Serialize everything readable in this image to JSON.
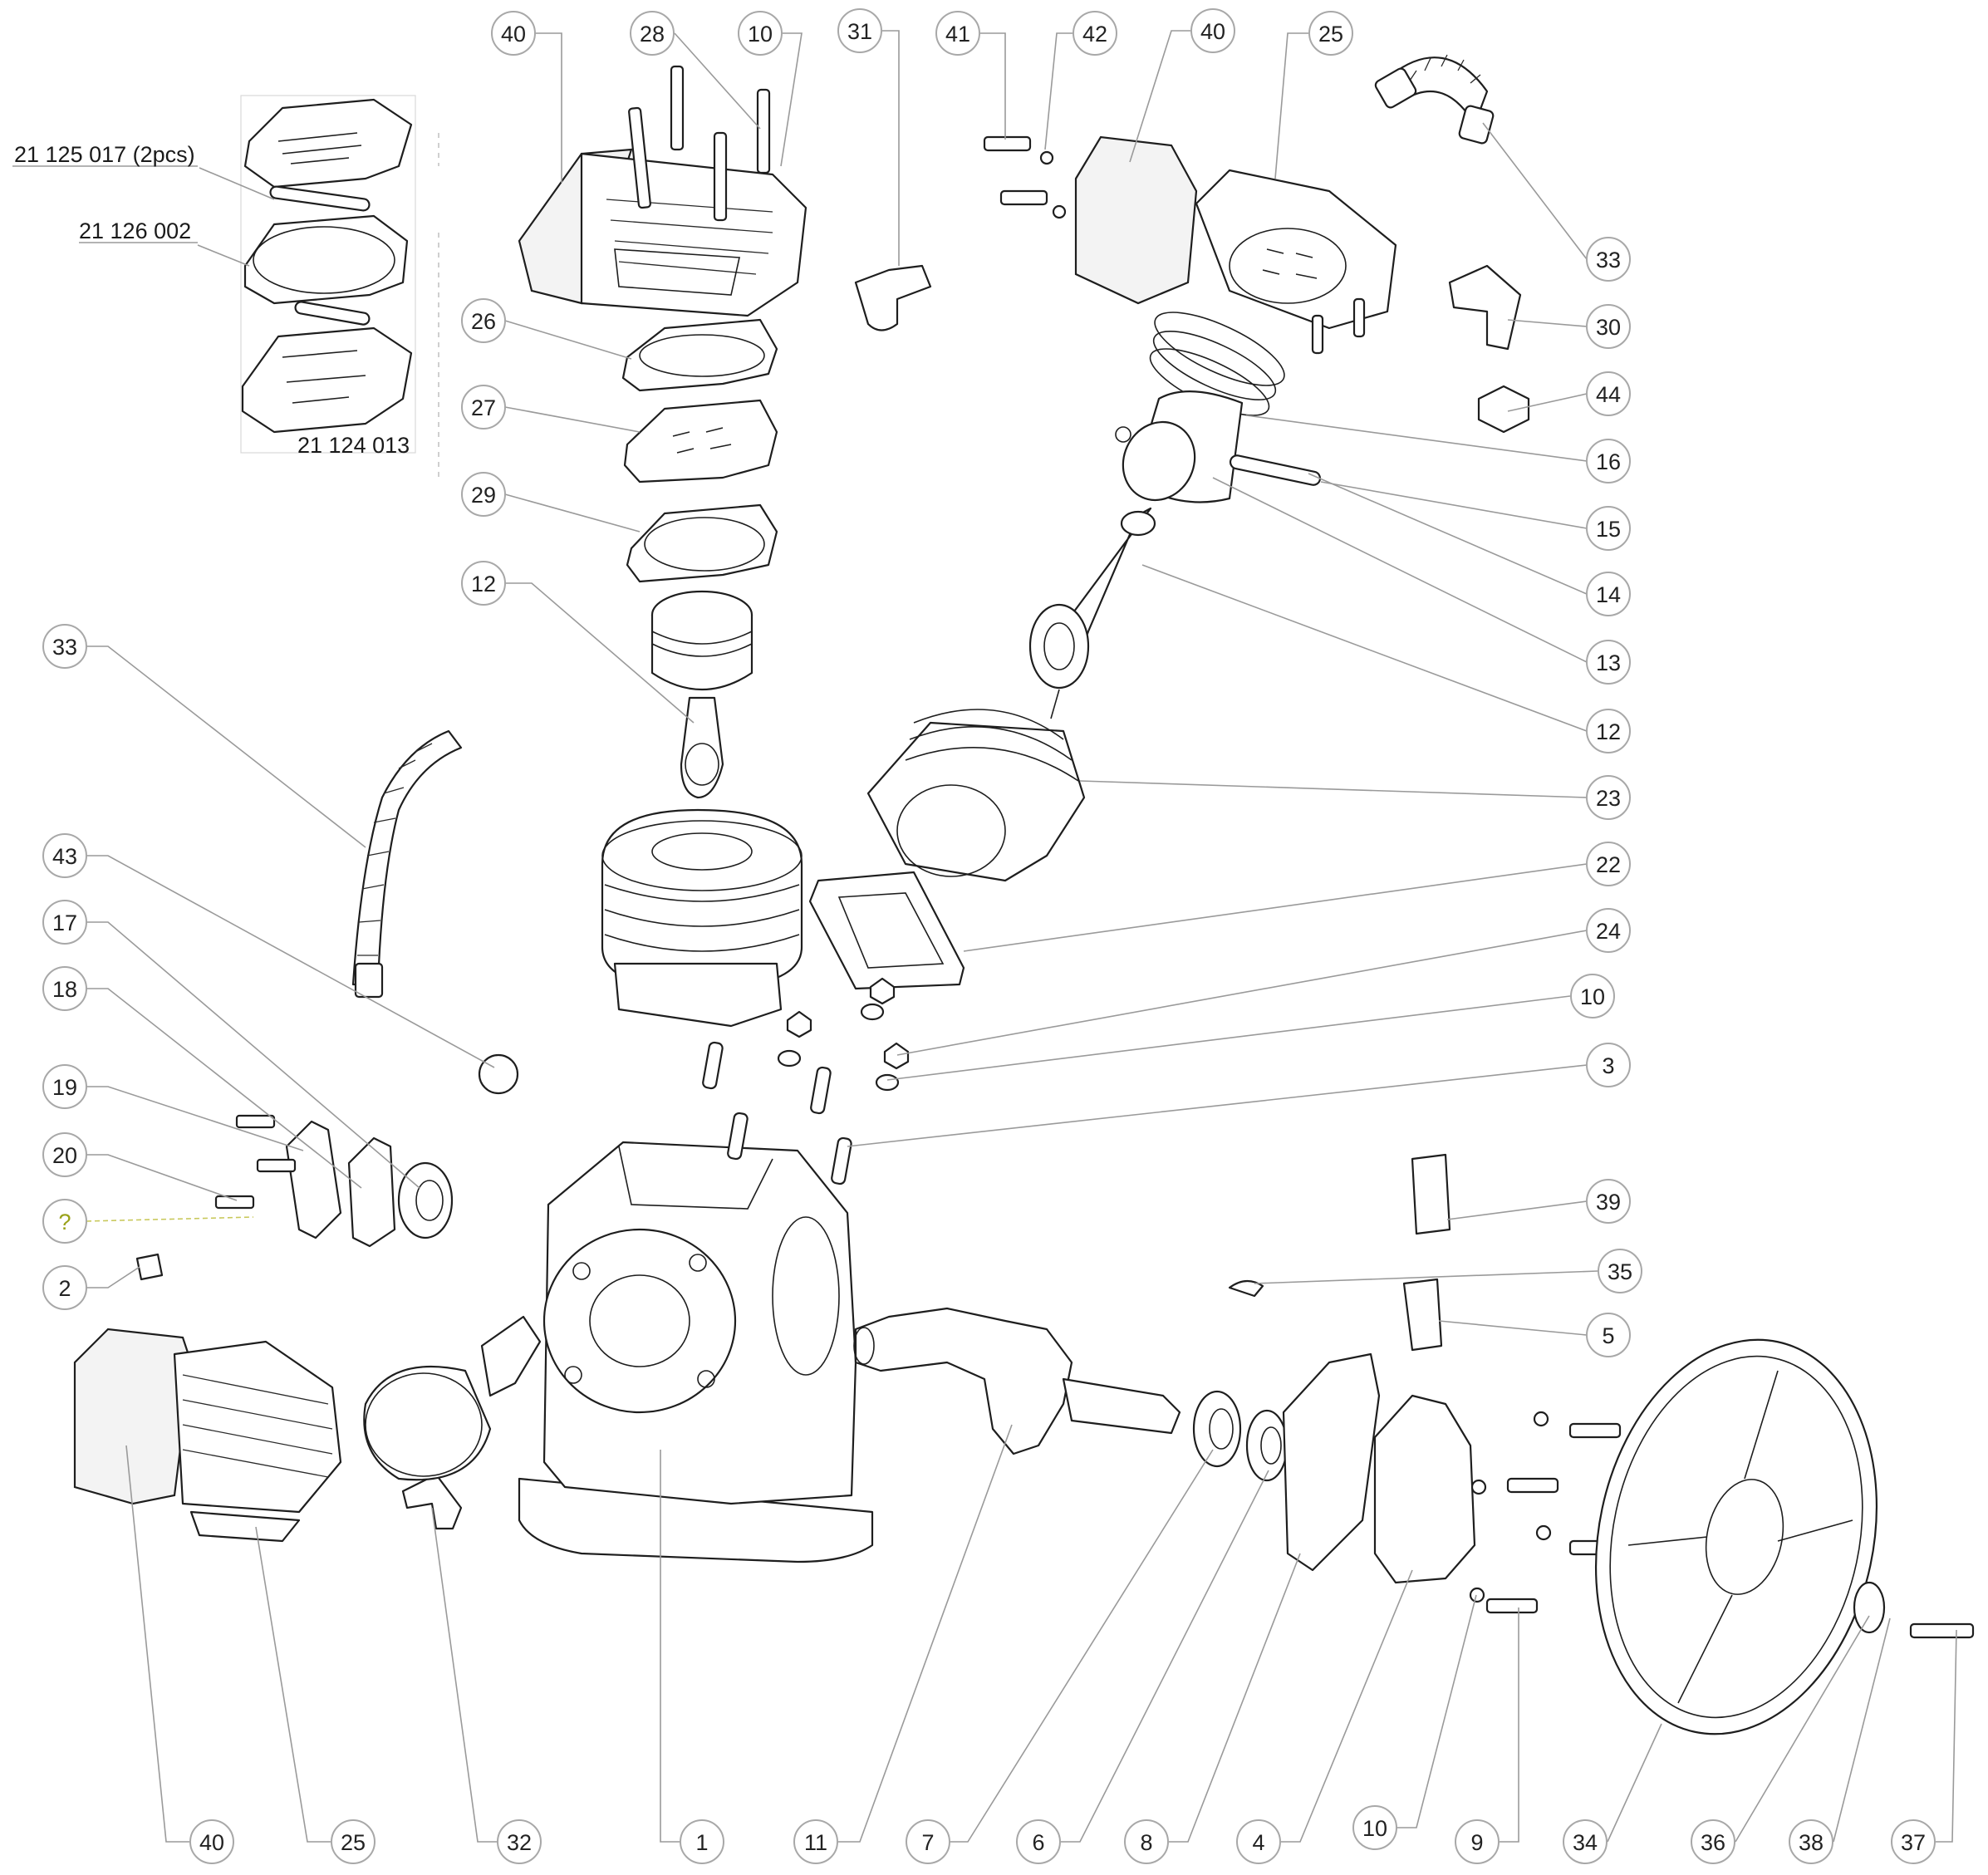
{
  "callouts": [
    {
      "id": "c40a",
      "label": "40"
    },
    {
      "id": "c28",
      "label": "28"
    },
    {
      "id": "c10a",
      "label": "10"
    },
    {
      "id": "c31",
      "label": "31"
    },
    {
      "id": "c41",
      "label": "41"
    },
    {
      "id": "c42",
      "label": "42"
    },
    {
      "id": "c40b",
      "label": "40"
    },
    {
      "id": "c25a",
      "label": "25"
    },
    {
      "id": "c33a",
      "label": "33"
    },
    {
      "id": "c30",
      "label": "30"
    },
    {
      "id": "c44",
      "label": "44"
    },
    {
      "id": "c16",
      "label": "16"
    },
    {
      "id": "c15",
      "label": "15"
    },
    {
      "id": "c14",
      "label": "14"
    },
    {
      "id": "c13",
      "label": "13"
    },
    {
      "id": "c12b",
      "label": "12"
    },
    {
      "id": "c23",
      "label": "23"
    },
    {
      "id": "c22",
      "label": "22"
    },
    {
      "id": "c24",
      "label": "24"
    },
    {
      "id": "c10b",
      "label": "10"
    },
    {
      "id": "c3",
      "label": "3"
    },
    {
      "id": "c39",
      "label": "39"
    },
    {
      "id": "c35",
      "label": "35"
    },
    {
      "id": "c5",
      "label": "5"
    },
    {
      "id": "c26",
      "label": "26"
    },
    {
      "id": "c27",
      "label": "27"
    },
    {
      "id": "c29",
      "label": "29"
    },
    {
      "id": "c12a",
      "label": "12"
    },
    {
      "id": "c33b",
      "label": "33"
    },
    {
      "id": "c43",
      "label": "43"
    },
    {
      "id": "c17",
      "label": "17"
    },
    {
      "id": "c18",
      "label": "18"
    },
    {
      "id": "c19",
      "label": "19"
    },
    {
      "id": "c20",
      "label": "20"
    },
    {
      "id": "cq",
      "label": "?"
    },
    {
      "id": "c2",
      "label": "2"
    },
    {
      "id": "c40c",
      "label": "40"
    },
    {
      "id": "c25b",
      "label": "25"
    },
    {
      "id": "c32",
      "label": "32"
    },
    {
      "id": "c1",
      "label": "1"
    },
    {
      "id": "c11",
      "label": "11"
    },
    {
      "id": "c7",
      "label": "7"
    },
    {
      "id": "c6",
      "label": "6"
    },
    {
      "id": "c8",
      "label": "8"
    },
    {
      "id": "c4",
      "label": "4"
    },
    {
      "id": "c10c",
      "label": "10"
    },
    {
      "id": "c9",
      "label": "9"
    },
    {
      "id": "c34",
      "label": "34"
    },
    {
      "id": "c36",
      "label": "36"
    },
    {
      "id": "c38",
      "label": "38"
    },
    {
      "id": "c37",
      "label": "37"
    }
  ],
  "part_numbers": {
    "valve_plate_gasket": "21 125 017 (2pcs)",
    "head_gasket": "21 126 002",
    "valve_plate": "21 124 013"
  },
  "colors": {
    "line": "#1e1e1e",
    "leader": "#9a9a9a",
    "bubble_border": "#a8a8a8",
    "unknown_callout": "#9aa21a"
  }
}
